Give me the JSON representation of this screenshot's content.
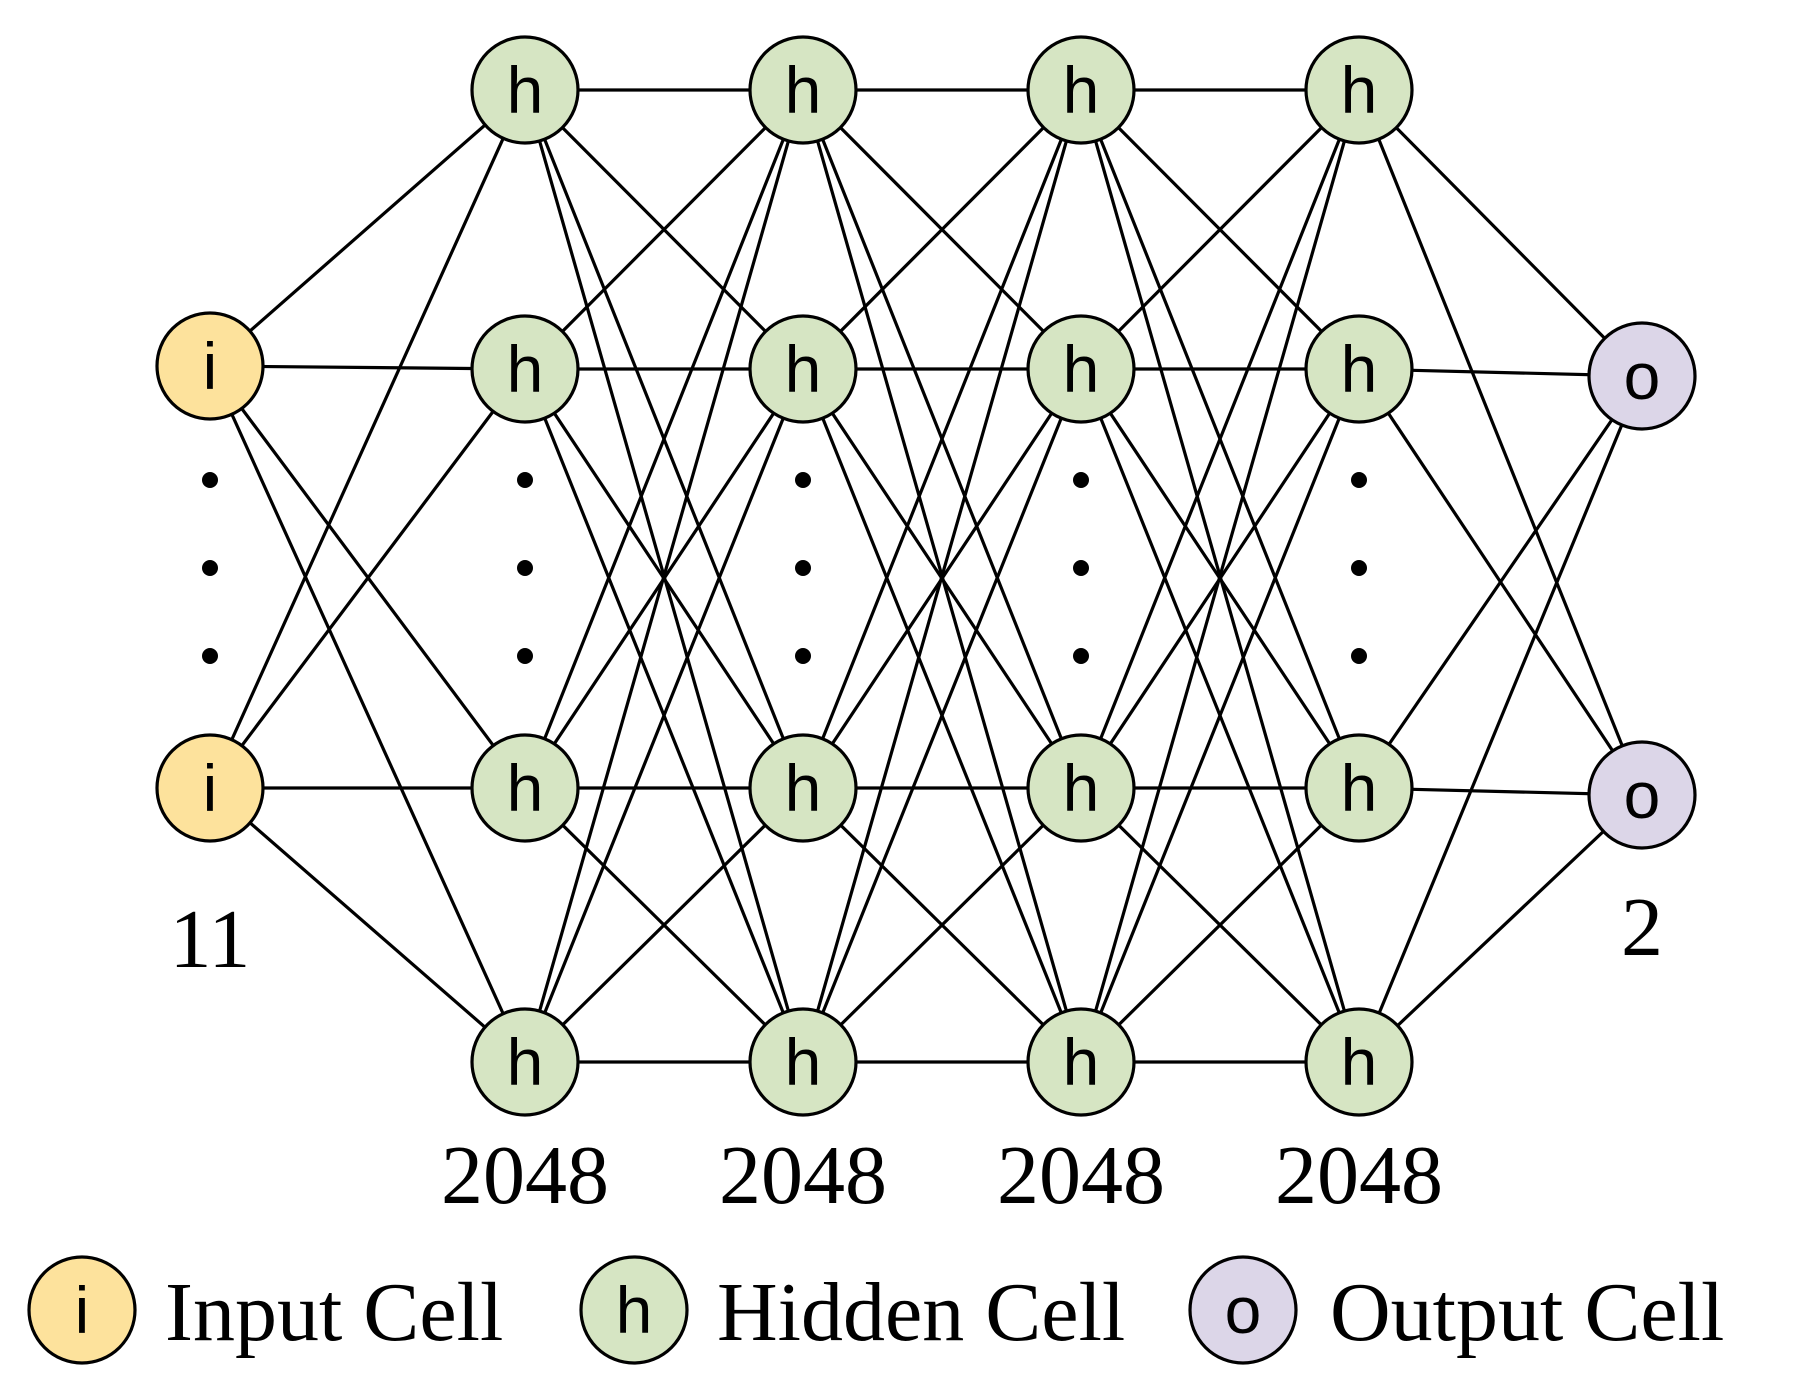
{
  "colors": {
    "input": "#FDE29C",
    "hidden": "#D6E5C3",
    "output": "#DCD6E8",
    "edge": "#000000"
  },
  "layers": [
    {
      "kind": "input",
      "letter": "i",
      "size_label": "11",
      "shown_nodes": 2
    },
    {
      "kind": "hidden",
      "letter": "h",
      "size_label": "2048",
      "shown_nodes": 4
    },
    {
      "kind": "hidden",
      "letter": "h",
      "size_label": "2048",
      "shown_nodes": 4
    },
    {
      "kind": "hidden",
      "letter": "h",
      "size_label": "2048",
      "shown_nodes": 4
    },
    {
      "kind": "hidden",
      "letter": "h",
      "size_label": "2048",
      "shown_nodes": 4
    },
    {
      "kind": "output",
      "letter": "o",
      "size_label": "2",
      "shown_nodes": 2
    }
  ],
  "legend": [
    {
      "kind": "input",
      "letter": "i",
      "label": "Input Cell"
    },
    {
      "kind": "hidden",
      "letter": "h",
      "label": "Hidden Cell"
    },
    {
      "kind": "output",
      "letter": "o",
      "label": "Output Cell"
    }
  ]
}
